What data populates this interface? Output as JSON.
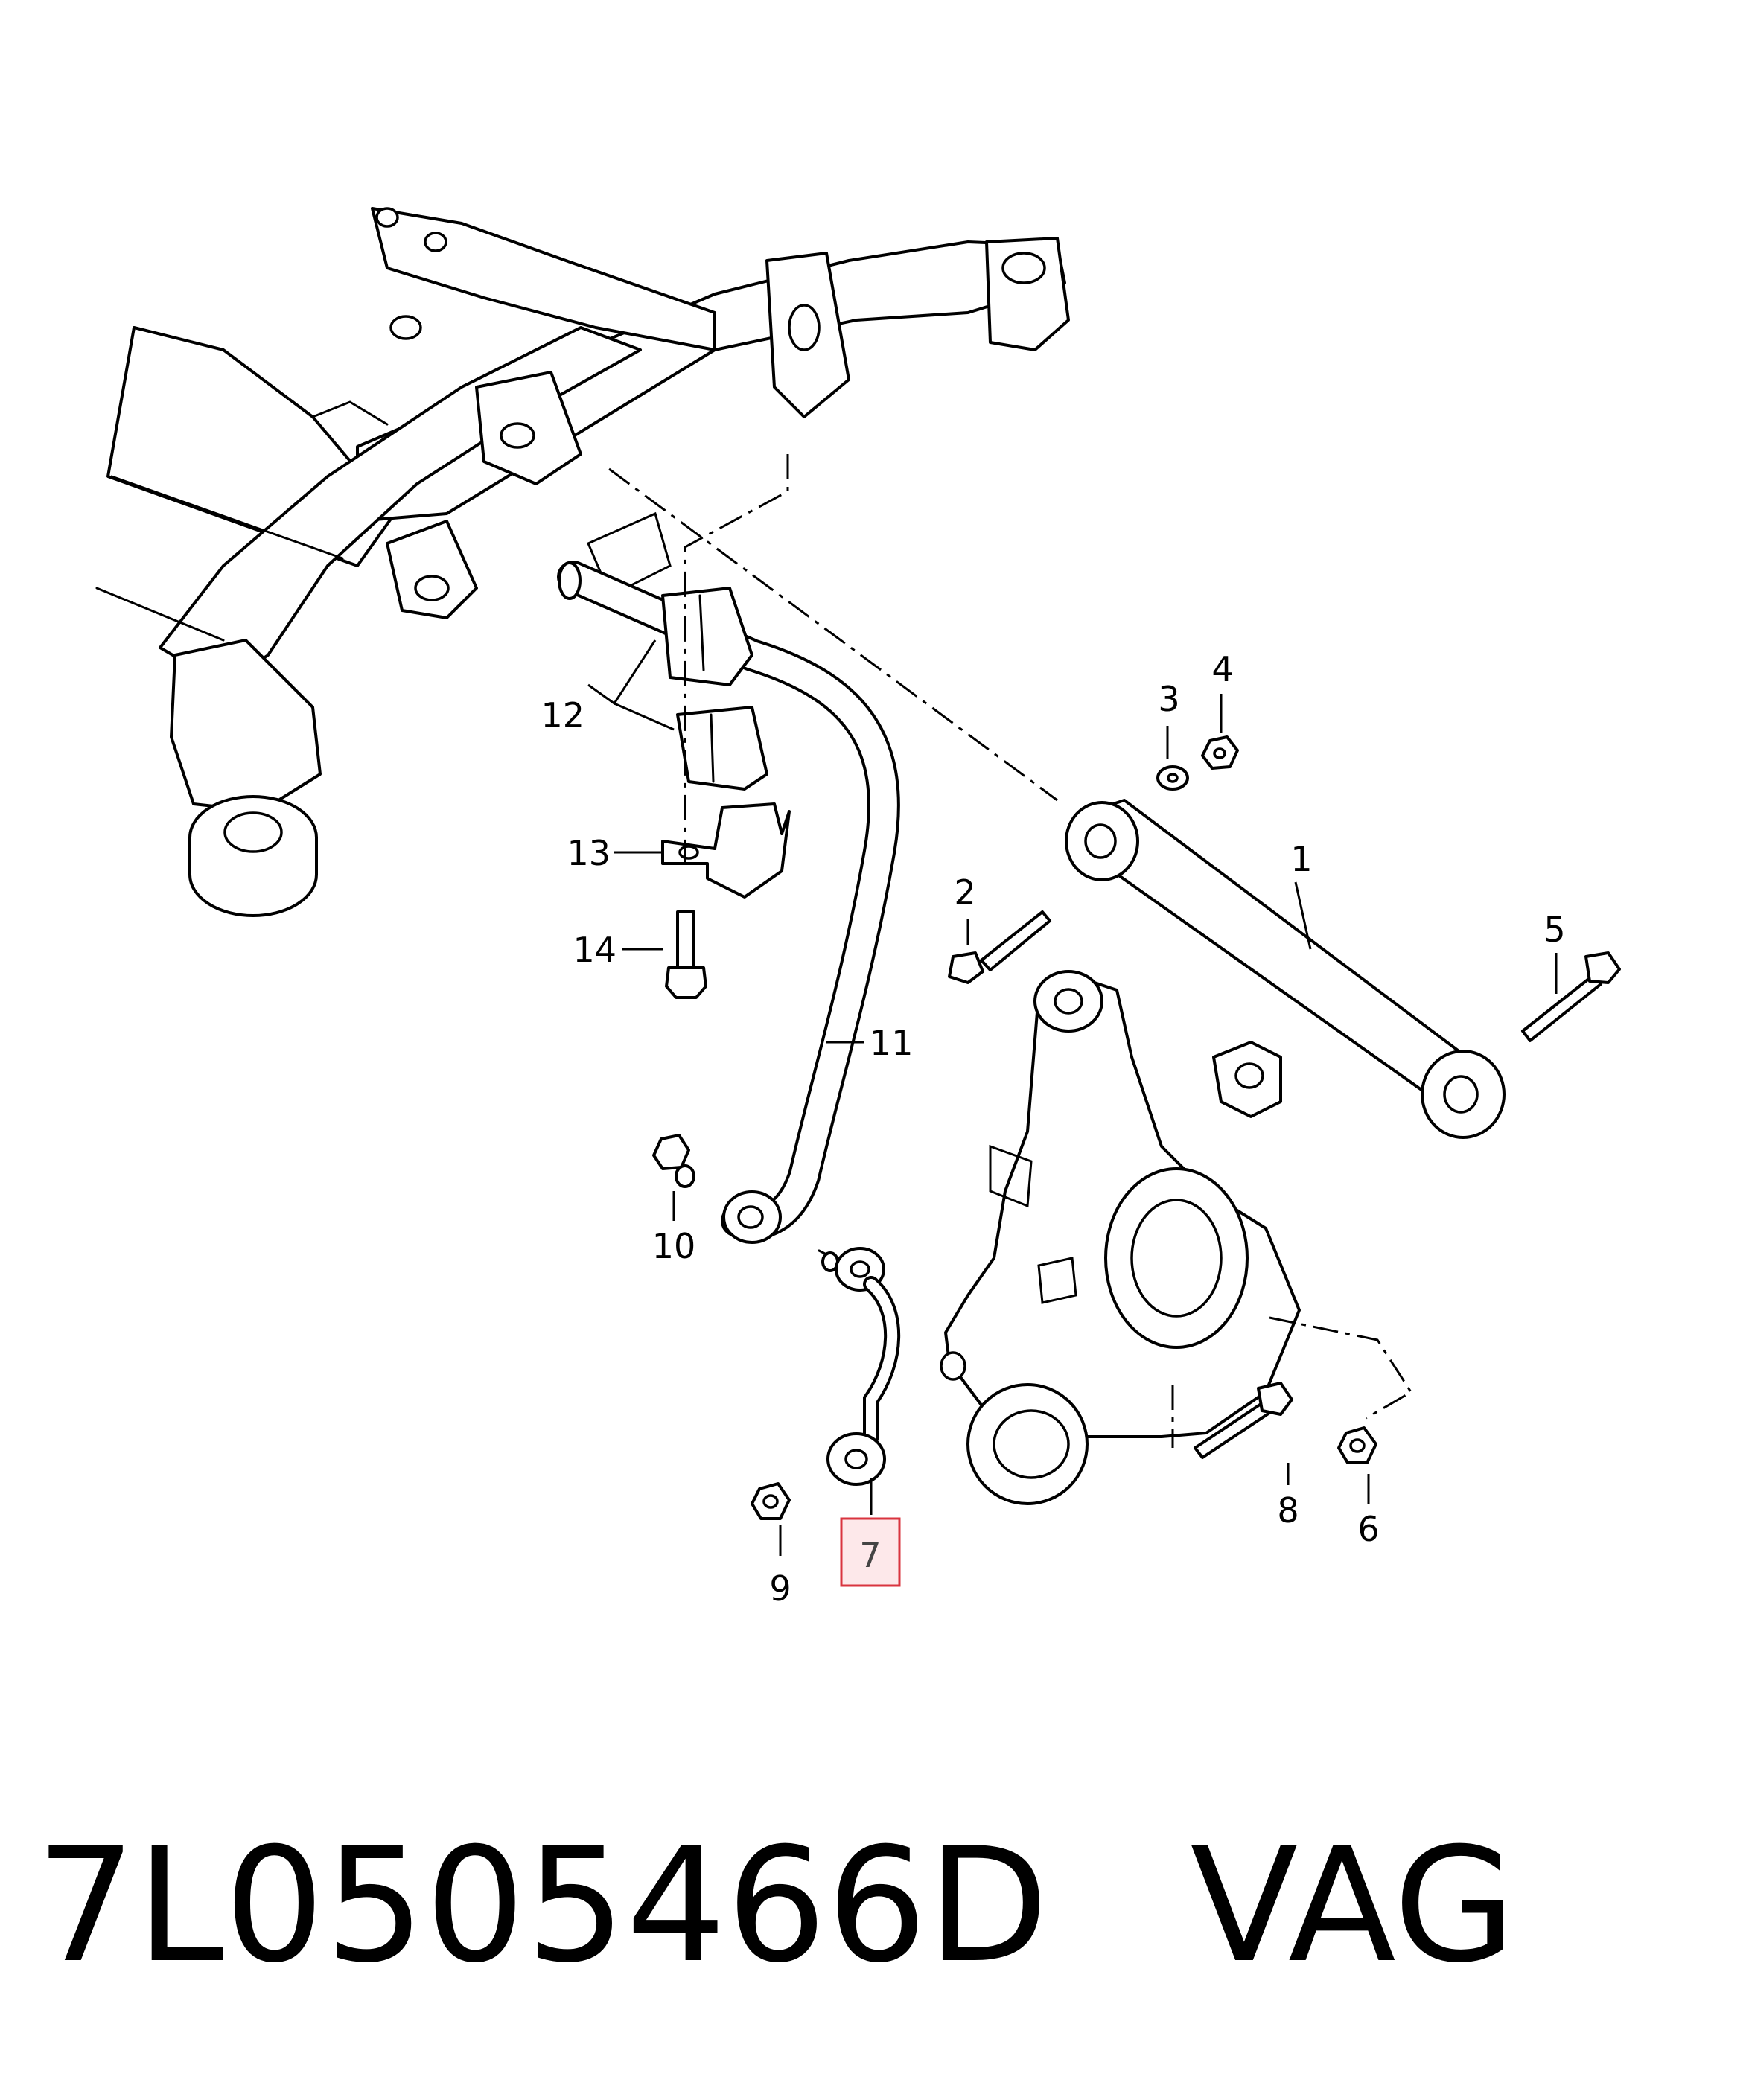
{
  "diagram": {
    "callouts": {
      "c1": "1",
      "c2": "2",
      "c3": "3",
      "c4": "4",
      "c5": "5",
      "c6": "6",
      "c7": "7",
      "c8": "8",
      "c9": "9",
      "c10": "10",
      "c11": "11",
      "c12": "12",
      "c13": "13",
      "c14": "14"
    },
    "highlighted_callout": "7",
    "highlight_color": "#d9343f"
  },
  "footer": {
    "part_number": "7L0505466D",
    "brand": "VAG"
  }
}
